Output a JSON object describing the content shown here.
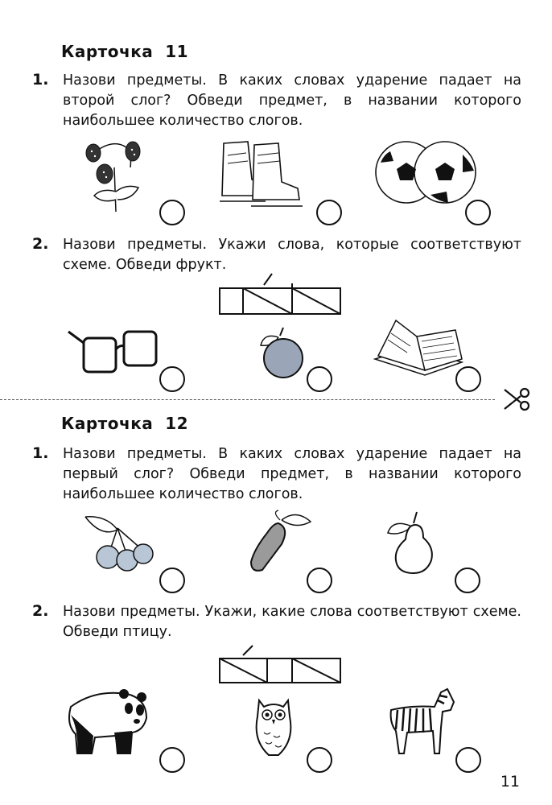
{
  "cards": [
    {
      "title": "Карточка  11",
      "tasks": [
        {
          "number": "1.",
          "text": "Назови предметы. В каких словах ударение падает на второй слог? Обведи предмет, в названии которого наибольшее количество слогов.",
          "pictures": [
            "strawberry-icon",
            "skates-icon",
            "balls-icon"
          ]
        },
        {
          "number": "2.",
          "text": "Назови предметы. Укажи слова, которые соответствуют схеме. Обведи фрукт.",
          "pictures": [
            "glasses-icon",
            "plum-icon",
            "book-icon"
          ]
        }
      ]
    },
    {
      "title": "Карточка  12",
      "tasks": [
        {
          "number": "1.",
          "text": "Назови предметы. В каких словах ударение падает на первый слог? Обведи предмет, в названии которого наибольшее количество слогов.",
          "pictures": [
            "cherries-icon",
            "cucumber-icon",
            "pear-icon"
          ]
        },
        {
          "number": "2.",
          "text": "Назови предметы. Укажи, какие слова соответствуют схеме. Обведи птицу.",
          "pictures": [
            "panda-icon",
            "owl-icon",
            "zebra-icon"
          ]
        }
      ]
    }
  ],
  "page_number": "11"
}
